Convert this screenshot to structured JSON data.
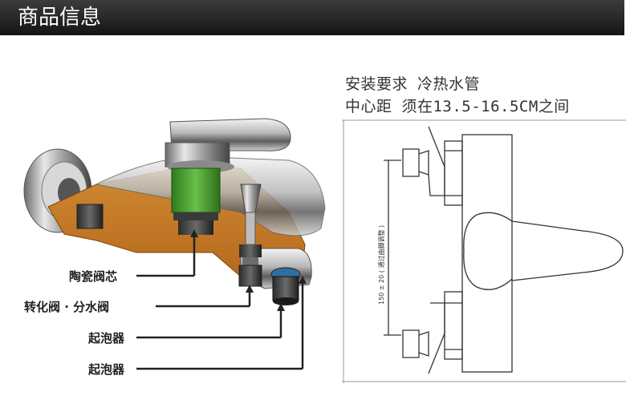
{
  "header": {
    "title": "商品信息"
  },
  "callouts": {
    "ceramic": "陶瓷阀芯",
    "diverter": "转化阀 · 分水阀",
    "aerator1": "起泡器",
    "aerator2": "起泡器"
  },
  "install": {
    "line1": "安装要求 冷热水管",
    "line2": "中心距 须在13.5-16.5CM之间"
  },
  "drawing": {
    "dimension": "150 ± 20 ( 通过曲脚调整 )"
  }
}
